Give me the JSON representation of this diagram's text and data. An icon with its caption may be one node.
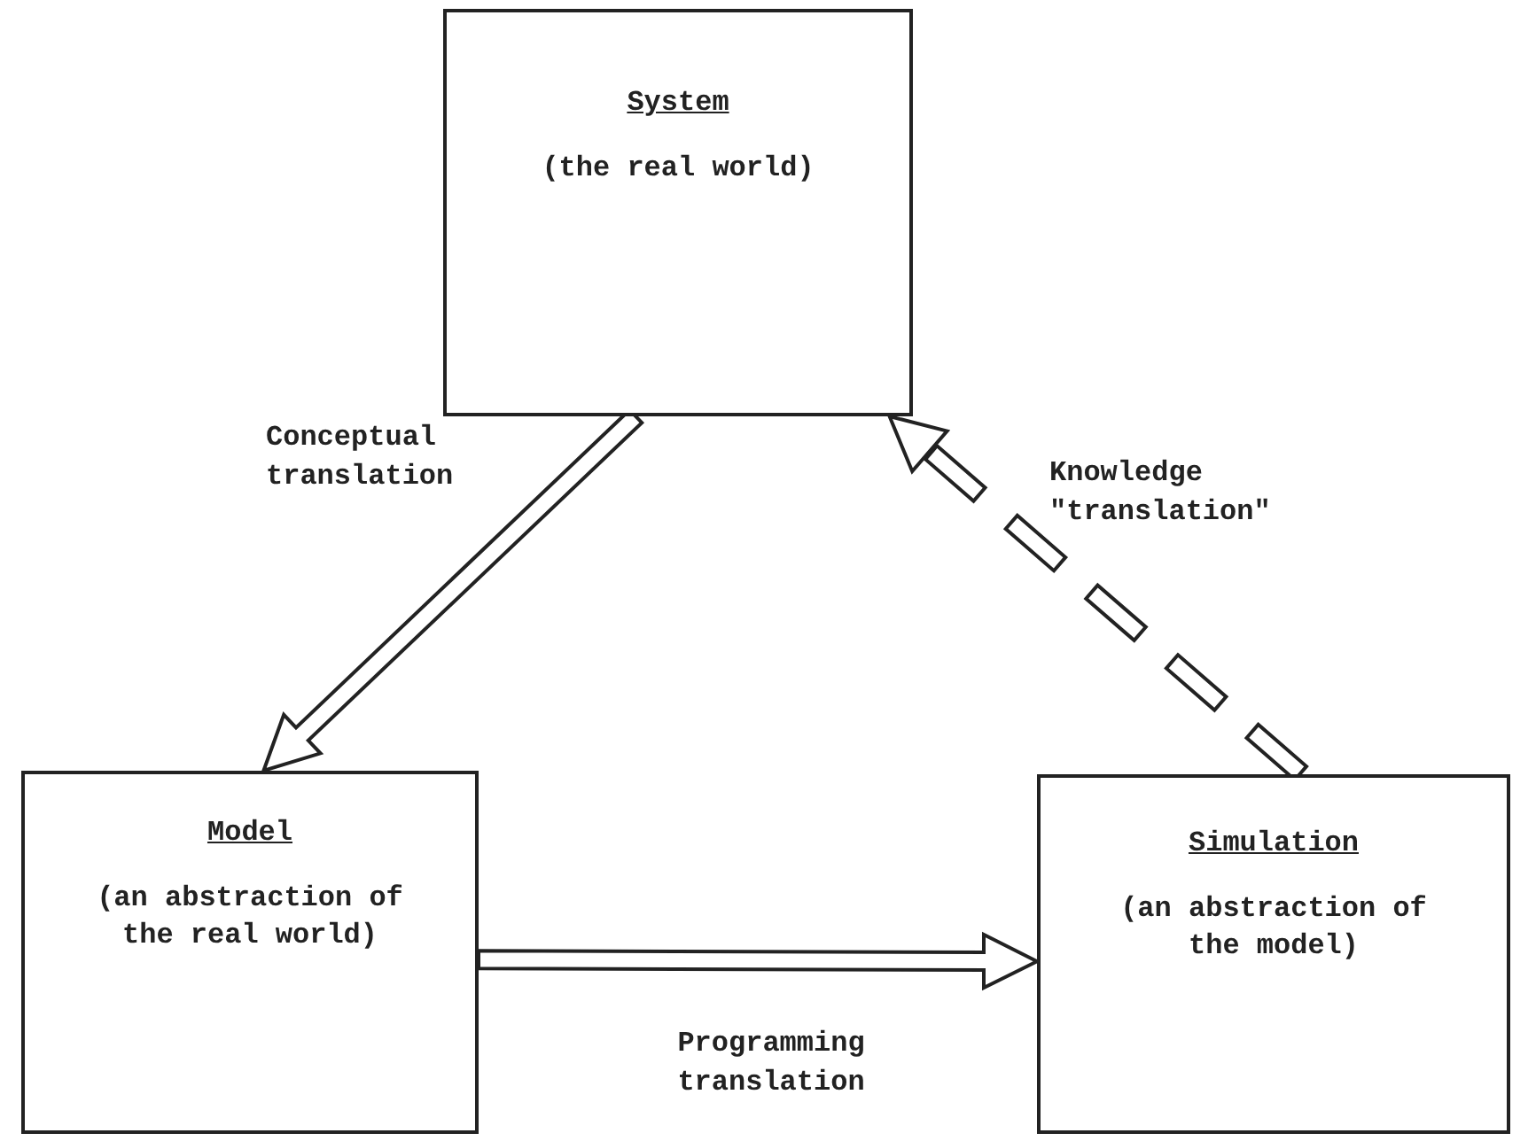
{
  "diagram": {
    "nodes": [
      {
        "text": [
          "System",
          "(the real world)"
        ]
      },
      {
        "text": [
          "Model",
          "(an abstraction of the real world)"
        ]
      },
      {
        "text": [
          "Simulation",
          "(an abstraction of the model)"
        ]
      }
    ],
    "edges": [
      {
        "from": 0,
        "to": 1,
        "arrow": "to",
        "label": "Conceptual translation"
      },
      {
        "from": 1,
        "to": 2,
        "arrow": "to",
        "label": "Programming translation"
      },
      {
        "from": 2,
        "to": 0,
        "arrow": "to",
        "label": "Knowledge \"translation\"",
        "style": "dashed"
      }
    ]
  }
}
